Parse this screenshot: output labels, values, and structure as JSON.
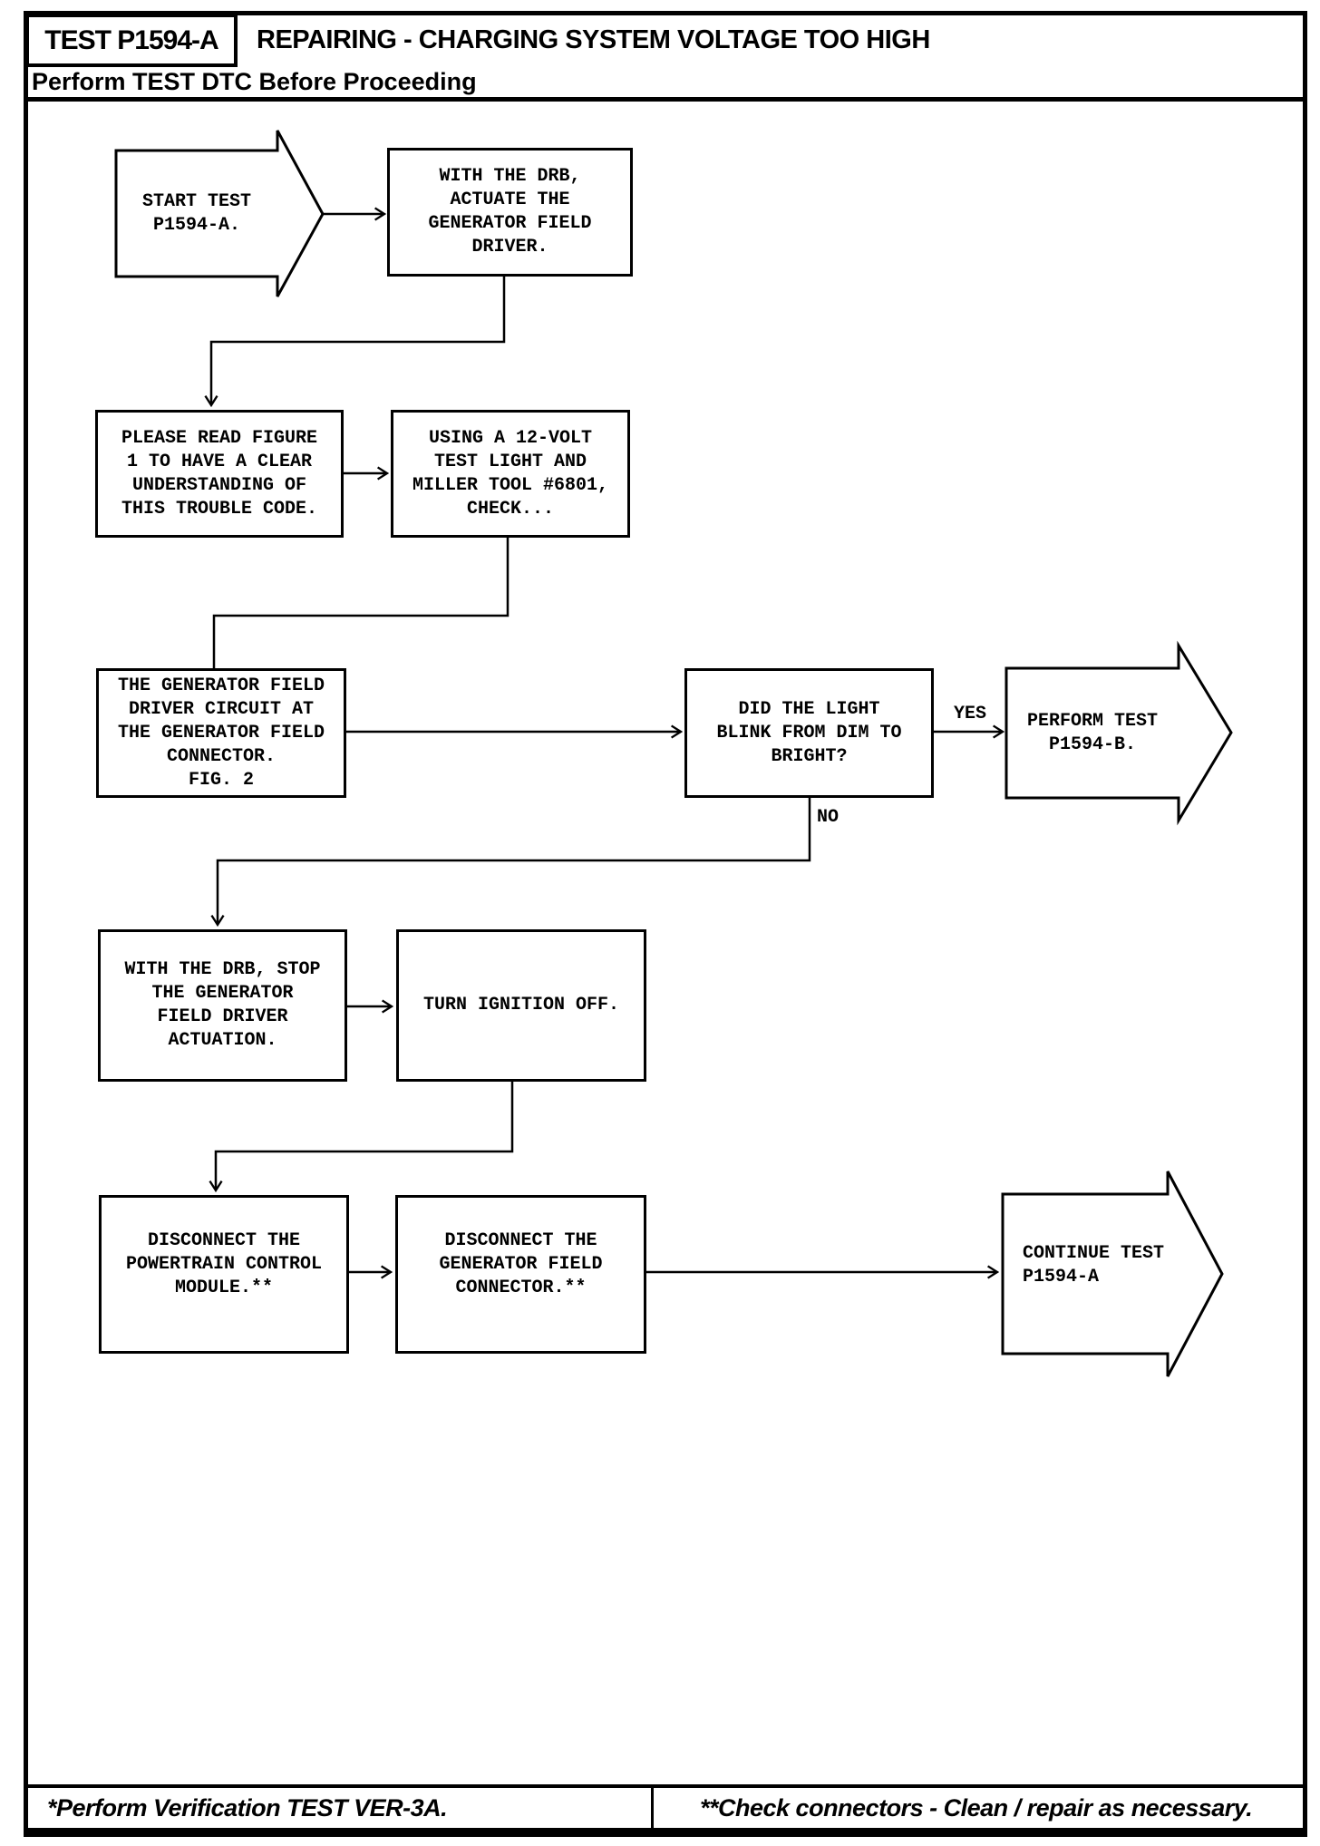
{
  "header": {
    "test_id": "TEST P1594-A",
    "title": "REPAIRING - CHARGING SYSTEM VOLTAGE TOO HIGH",
    "subtitle": "Perform TEST DTC Before Proceeding"
  },
  "flowchart": {
    "start": {
      "lines": [
        "START TEST",
        "P1594-A."
      ]
    },
    "actuate": {
      "lines": [
        "WITH THE DRB,",
        "ACTUATE THE",
        "GENERATOR FIELD",
        "DRIVER."
      ]
    },
    "read_figure": {
      "lines": [
        "PLEASE READ FIGURE",
        "1 TO HAVE A CLEAR",
        "UNDERSTANDING OF",
        "THIS TROUBLE CODE."
      ]
    },
    "test_light": {
      "lines": [
        "USING A 12-VOLT",
        "TEST LIGHT AND",
        "MILLER TOOL #6801,",
        "CHECK..."
      ]
    },
    "field_driver_circuit": {
      "lines": [
        "THE GENERATOR FIELD",
        "DRIVER CIRCUIT AT",
        "THE GENERATOR FIELD",
        "CONNECTOR.",
        "FIG. 2"
      ]
    },
    "light_blink": {
      "lines": [
        "DID THE LIGHT",
        "BLINK FROM DIM TO",
        "BRIGHT?"
      ]
    },
    "yes_label": "YES",
    "no_label": "NO",
    "perform_test": {
      "lines": [
        "PERFORM TEST",
        "P1594-B."
      ]
    },
    "stop_actuation": {
      "lines": [
        "WITH THE DRB, STOP",
        "THE GENERATOR",
        "FIELD DRIVER",
        "ACTUATION."
      ]
    },
    "ignition_off": {
      "lines": [
        "TURN IGNITION OFF."
      ]
    },
    "disconnect_pcm": {
      "lines": [
        "DISCONNECT THE",
        "POWERTRAIN CONTROL",
        "MODULE.**"
      ]
    },
    "disconnect_gen_connector": {
      "lines": [
        "DISCONNECT THE",
        "GENERATOR FIELD",
        "CONNECTOR.**"
      ]
    },
    "continue_test": {
      "lines": [
        "CONTINUE TEST",
        "P1594-A"
      ]
    }
  },
  "footer": {
    "left_note": "*Perform Verification TEST VER-3A.",
    "right_note": "**Check connectors - Clean / repair as necessary."
  },
  "colors": {
    "ink": "#000000",
    "paper": "#ffffff"
  }
}
